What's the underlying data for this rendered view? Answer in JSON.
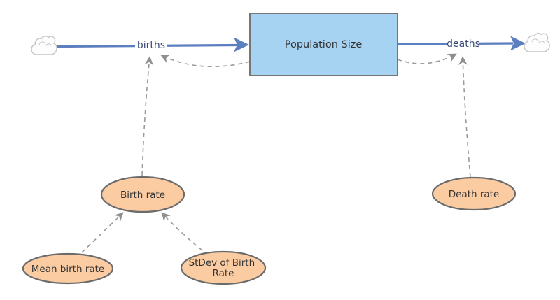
{
  "diagram": {
    "type": "stock-and-flow-model",
    "nodes": {
      "stock_population": {
        "label": "Population Size",
        "shape": "rectangle"
      },
      "flow_births": {
        "label": "births",
        "shape": "flow-arrow"
      },
      "flow_deaths": {
        "label": "deaths",
        "shape": "flow-arrow"
      },
      "var_birth_rate": {
        "label": "Birth rate",
        "shape": "ellipse"
      },
      "var_death_rate": {
        "label": "Death rate",
        "shape": "ellipse"
      },
      "var_mean_birth_rate": {
        "label": "Mean birth rate",
        "shape": "ellipse"
      },
      "var_stdev_birth_rate": {
        "label": "StDev of Birth Rate",
        "line1": "StDev of Birth",
        "line2": "Rate",
        "shape": "ellipse"
      }
    },
    "flows": [
      {
        "from": "cloud-source",
        "to": "Population Size",
        "label": "births"
      },
      {
        "from": "Population Size",
        "to": "cloud-sink",
        "label": "deaths"
      }
    ],
    "links": [
      {
        "from": "Birth rate",
        "to": "births"
      },
      {
        "from": "Population Size",
        "to": "births"
      },
      {
        "from": "Death rate",
        "to": "deaths"
      },
      {
        "from": "Population Size",
        "to": "deaths"
      },
      {
        "from": "Mean birth rate",
        "to": "Birth rate"
      },
      {
        "from": "StDev of Birth Rate",
        "to": "Birth rate"
      }
    ],
    "icons": [
      "cloud-icon",
      "cloud-icon"
    ]
  },
  "colors": {
    "canvas": "#ffffff",
    "stock_fill": "#a7d3f3",
    "stock_border": "#757575",
    "variable_fill": "#fbcca2",
    "variable_border": "#6b6b6b",
    "flow_line": "#5c7fc0",
    "flow_label": "#3a4a77",
    "link_line": "#9a9a9a",
    "link_arrow": "#8f8f8f",
    "node_text": "#333333",
    "cloud_stroke": "#c6c6c6"
  }
}
